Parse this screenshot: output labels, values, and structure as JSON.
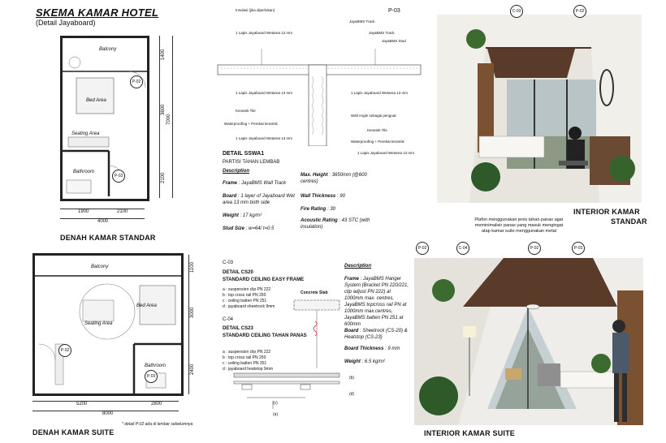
{
  "header": {
    "title": "SKEMA KAMAR HOTEL",
    "subtitle": "(Detail Jayaboard)"
  },
  "standard_plan": {
    "rooms": [
      "Balcony",
      "Bed Area",
      "Seating Area",
      "Bathroom"
    ],
    "dims_bottom": [
      "1900",
      "2100",
      "4000"
    ],
    "dims_right": [
      "1400",
      "3600",
      "2100",
      "7000"
    ],
    "tags": [
      "P-02",
      "P-03"
    ],
    "caption": "DENAH KAMAR STANDAR"
  },
  "suite_plan": {
    "rooms": [
      "Balcony",
      "Bed Area",
      "Seating Area",
      "Bathroom"
    ],
    "dims_bottom": [
      "5200",
      "2800",
      "8000"
    ],
    "dims_right": [
      "1100",
      "3000",
      "2400"
    ],
    "tags": [
      "P-02",
      "P-03"
    ],
    "caption": "DENAH KAMAR SUITE",
    "footnote": "* detail P-02 ada di lembar sebelumnya"
  },
  "swa1": {
    "tag": "P-03",
    "labels_top": [
      "Insulasi (jika diperlukan)",
      "1 Lapis Jayaboard Wetarea 13 mm",
      "JayaBMS Track",
      "JayaBMS Track",
      "JayaBMS Stud"
    ],
    "labels_left": [
      "1 Lapis Jayaboard Wetarea 13 mm",
      "Keramik Tile",
      "Waterproofing + Perekat keramik",
      "1 Lapis Jayaboard Wetarea 13 mm"
    ],
    "labels_right": [
      "1 Lapis Jayaboard Wetarea 13 mm",
      "Wall Angle sebagai penguat",
      "Keramik Tile",
      "Waterproofing + Perekat keramik",
      "1 Lapis Jayaboard Wetarea 13 mm"
    ],
    "title": "DETAIL SSWA1",
    "subtitle": "PARTISI TAHAN LEMBAB",
    "desc_heading": "Description",
    "frame_label": "Frame",
    "frame_value": ": JayaBMS Wall Track",
    "board_label": "Board",
    "board_value": ": 1 layer of Jayaboard Wet area 13 mm both side",
    "weight_label": "Weight",
    "weight_value": ": 17 kg/m²",
    "stud_label": "Stud Size",
    "stud_value": ": w=64/ t=0.5",
    "height_label": "Max. Height",
    "height_value": ": 3650mm (@600 centres)",
    "thick_label": "Wall Thickness",
    "thick_value": ": 90",
    "fire_label": "Fire Rating",
    "fire_value": ": 30",
    "acoustic_label": "Acoustic Rating",
    "acoustic_value": ": 43 STC (with insulation)"
  },
  "cs20": {
    "tag": "C-03",
    "title": "DETAIL CS20",
    "subtitle": "STANDARD CEILING EASY FRAME",
    "items": [
      "a : suspension clip PN 222",
      "b : top cross rail PN 250",
      "c : ceiling batten PN 251",
      "d : jayaboard sheetrock 9mm"
    ]
  },
  "cs23": {
    "tag": "C-04",
    "title": "DETAIL CS23",
    "subtitle": "STANDARD CEILING TAHAN PANAS",
    "items": [
      "a : suspension clip PN 222",
      "b : top cross rail PN 250",
      "c : ceiling batten PN 251",
      "d : jayaboard heatstop 9mm"
    ]
  },
  "ceiling_drawing": {
    "slab_label": "Concrete Slab",
    "marks": [
      "(b)",
      "(d)",
      "(c)",
      "(a)"
    ]
  },
  "ceiling_desc": {
    "heading": "Description",
    "frame_label": "Frame",
    "frame_value": ": JayaBMS Hanger System (Bracket PN 220/221, clip adjust PN 222) at 1000mm max. centres, JayaBMS topcross rail PN at 1000mm max.centres, JayaBMS batten PN 251 at 600mm",
    "board_label": "Board",
    "board_value": ": Sheetrock (CS-20) & Heatstop (CS-23)",
    "thick_label": "Board Thickness",
    "thick_value": ": 9 mm",
    "weight_label": "Weight",
    "weight_value": ": 6.5 kg/m²"
  },
  "interior_standard": {
    "tags": [
      "C-03",
      "P-02"
    ],
    "caption_line1": "INTERIOR KAMAR",
    "caption_line2": "STANDAR"
  },
  "interior_suite": {
    "note": "Plafon menggunakan jenis tahan panas agar meminimalisir panas yang masuk mengingat atap kamar suite menggunakan metal",
    "tags": [
      "P-02",
      "C-04",
      "P-02",
      "P-03"
    ],
    "caption": "INTERIOR KAMAR SUITE"
  }
}
